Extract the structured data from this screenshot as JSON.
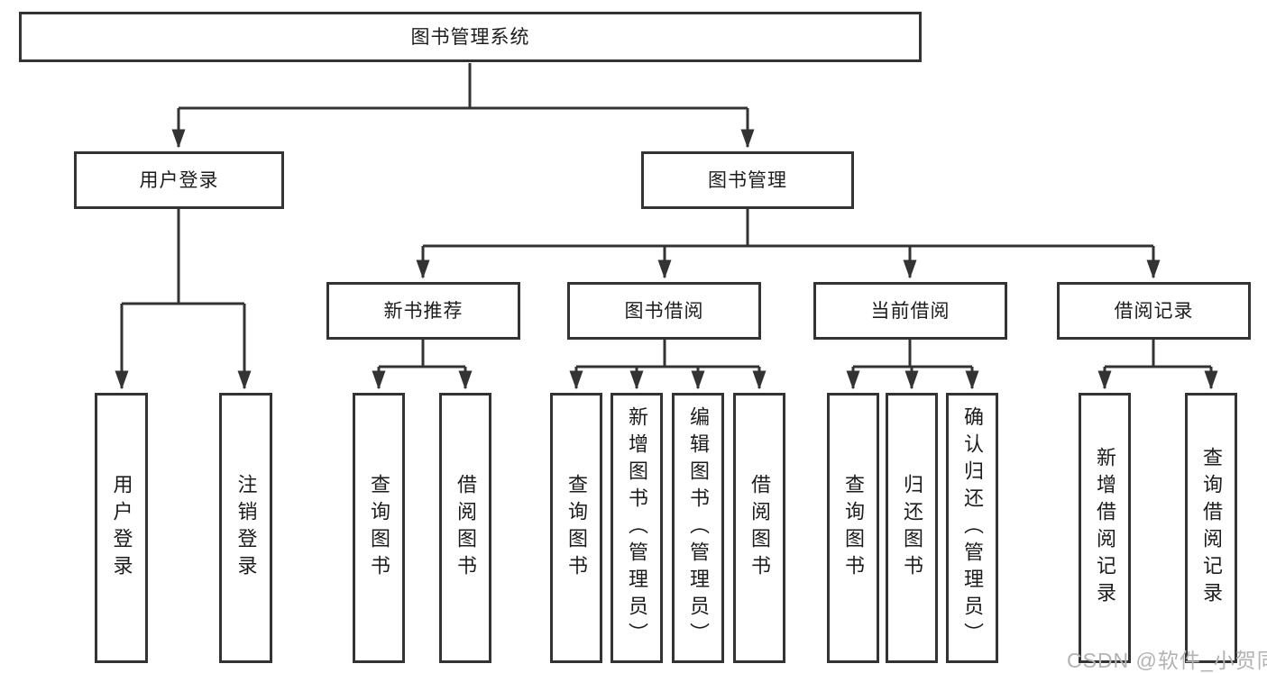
{
  "diagram": {
    "type": "tree",
    "root": {
      "label": "图书管理系统"
    },
    "level2": [
      {
        "label": "用户登录"
      },
      {
        "label": "图书管理"
      }
    ],
    "level3": [
      {
        "label": "新书推荐",
        "parent": "图书管理"
      },
      {
        "label": "图书借阅",
        "parent": "图书管理"
      },
      {
        "label": "当前借阅",
        "parent": "图书管理"
      },
      {
        "label": "借阅记录",
        "parent": "图书管理"
      }
    ],
    "leaves": [
      {
        "label": "用户登录",
        "parent": "用户登录"
      },
      {
        "label": "注销登录",
        "parent": "用户登录"
      },
      {
        "label": "查询图书",
        "parent": "新书推荐"
      },
      {
        "label": "借阅图书",
        "parent": "新书推荐"
      },
      {
        "label": "查询图书",
        "parent": "图书借阅"
      },
      {
        "label": "新增图书（管理员）",
        "parent": "图书借阅"
      },
      {
        "label": "编辑图书（管理员）",
        "parent": "图书借阅"
      },
      {
        "label": "借阅图书",
        "parent": "图书借阅"
      },
      {
        "label": "查询图书",
        "parent": "当前借阅"
      },
      {
        "label": "归还图书",
        "parent": "当前借阅"
      },
      {
        "label": "确认归还（管理员）",
        "parent": "当前借阅"
      },
      {
        "label": "新增借阅记录",
        "parent": "借阅记录"
      },
      {
        "label": "查询借阅记录",
        "parent": "借阅记录"
      }
    ],
    "watermark": "CSDN @软件_小贺同学",
    "colors": {
      "line": "#333333",
      "border": "#333333",
      "text": "#1c1c1c",
      "watermark": "#b3b3b3",
      "background": "#ffffff"
    }
  }
}
